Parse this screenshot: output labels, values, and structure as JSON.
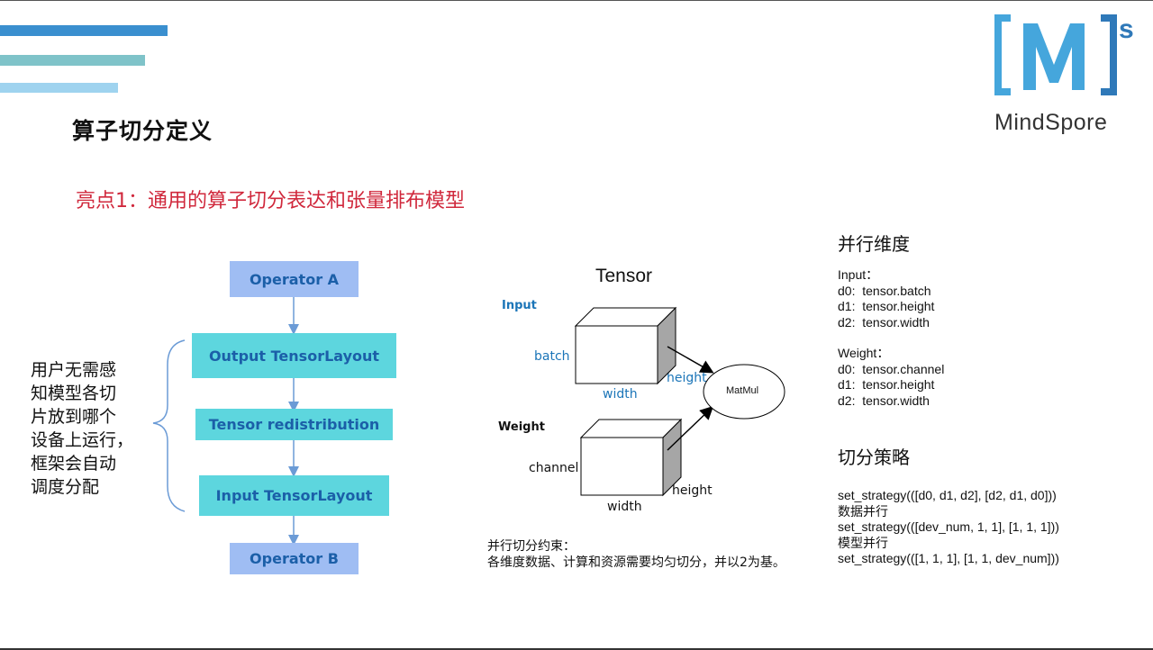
{
  "slide": {
    "title": "算子切分定义",
    "highlight": "亮点1：通用的算子切分表达和张量排布模型"
  },
  "logo": {
    "name": "MindSpore"
  },
  "colors": {
    "stripe1": "#3a8fcf",
    "stripe2": "#7fc3c9",
    "stripe3": "#9fd3ef",
    "accent_red": "#d0283c",
    "box_purple": "#9fbdf3",
    "box_cyan": "#5dd6de",
    "label_blue": "#1b75b8",
    "logo_blue": "#45a6dc"
  },
  "flow": {
    "operator_a": "Operator A",
    "output_layout": "Output  TensorLayout",
    "redistribution": "Tensor redistribution",
    "input_layout": "Input  TensorLayout",
    "operator_b": "Operator B"
  },
  "left_note": [
    "用户无需感",
    "知模型各切",
    "片放到哪个",
    "设备上运行，",
    "框架会自动",
    "调度分配"
  ],
  "tensor_diagram": {
    "title": "Tensor",
    "input_label": "Input",
    "input_batch": "batch",
    "input_width": "width",
    "input_height": "height",
    "weight_label": "Weight",
    "weight_channel": "channel",
    "weight_width": "width",
    "weight_height": "height",
    "op_label": "MatMul"
  },
  "constraint": {
    "line1": "并行切分约束：",
    "line2": "各维度数据、计算和资源需要均匀切分，并以2为基。"
  },
  "parallel_dims": {
    "heading": "并行维度",
    "input_title": "Input：",
    "input_lines": [
      "d0:  tensor.batch",
      "d1:  tensor.height",
      "d2:  tensor.width"
    ],
    "weight_title": "Weight：",
    "weight_lines": [
      "d0:  tensor.channel",
      "d1:  tensor.height",
      "d2:  tensor.width"
    ]
  },
  "strategy": {
    "heading": "切分策略",
    "lines": [
      "set_strategy(([d0, d1, d2], [d2, d1, d0]))",
      "数据并行",
      "set_strategy(([dev_num, 1, 1], [1, 1, 1]))",
      "模型并行",
      "set_strategy(([1, 1, 1], [1, 1, dev_num]))"
    ]
  }
}
